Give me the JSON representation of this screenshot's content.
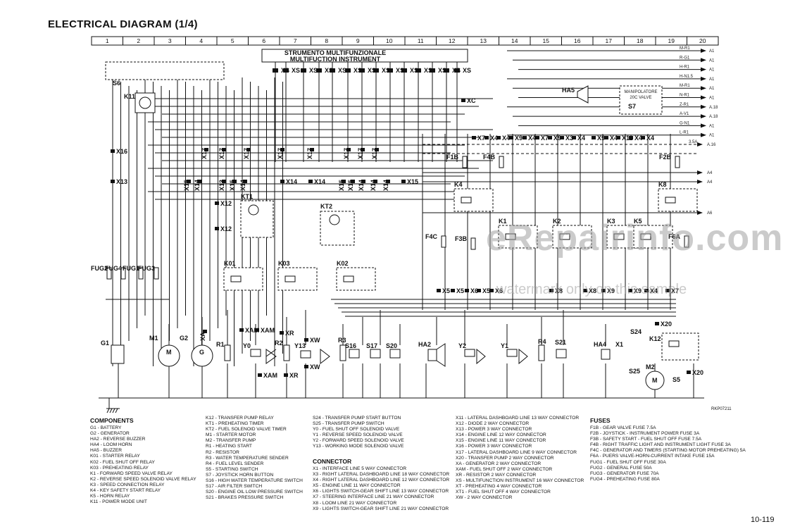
{
  "title": "ELECTRICAL DIAGRAM (1/4)",
  "page_number": "10-119",
  "ref_code": "RKP07211",
  "watermark": "eRepairinfo.com",
  "watermark_sub": "watermark only on this sample",
  "columns": [
    "1",
    "2",
    "3",
    "4",
    "5",
    "6",
    "7",
    "8",
    "9",
    "10",
    "11",
    "12",
    "13",
    "14",
    "15",
    "16",
    "17",
    "18",
    "19",
    "20"
  ],
  "instrument": {
    "line1": "STRUMENTO MULTIFUNZIONALE",
    "line2": "MULTIFUCTION INSTRUMENT"
  },
  "manipulator": {
    "line1": "MANIPOLATORE",
    "line2": "20C VALVE"
  },
  "right_wires": [
    "M-R1",
    "R-G1",
    "H-R1",
    "H-N1.5",
    "M-R1",
    "N-R1",
    "Z-R1",
    "A-V1",
    "G-N1",
    "L-R1",
    "3.5A",
    "",
    "",
    "",
    "",
    "",
    "",
    "",
    "",
    ""
  ],
  "right_refs": [
    "A1",
    "A1",
    "A1",
    "A1",
    "A1",
    "A1",
    "A.18",
    "A.18",
    "A1",
    "A1",
    "A.16",
    "A4",
    "A4",
    "A6",
    "",
    "",
    "",
    "",
    "",
    ""
  ],
  "dev_labels": {
    "S6": "S6",
    "K11": "K11",
    "X16": "X16",
    "X13": "X13",
    "X15": "X15",
    "X14": "X14",
    "X17": "X17",
    "X12": "X12",
    "KT1": "KT1",
    "KT2": "KT2",
    "K01": "K01",
    "K03": "K03",
    "K02": "K02",
    "FUG2": "FUG2",
    "FUG4": "FUG4",
    "FUG1": "FUG1",
    "FUG3": "FUG3",
    "XC": "XC",
    "HA5": "HA5",
    "S7": "S7",
    "F1B": "F1B",
    "F4B": "F4B",
    "F2B": "F2B",
    "F4C": "F4C",
    "F3B": "F3B",
    "F6A": "F6A",
    "K4": "K4",
    "K1": "K1",
    "K2": "K2",
    "K3": "K3",
    "K5": "K5",
    "K8": "K8",
    "X7": "X7",
    "X4": "X4",
    "X9": "X9",
    "X3": "X3",
    "X5": "X5",
    "X6": "X6",
    "X8": "X8",
    "X11": "X11",
    "G1": "G1",
    "M1": "M1",
    "G2": "G2",
    "XAM": "XAM",
    "XA": "XA",
    "R1": "R1",
    "Y0": "Y0",
    "R2": "R2",
    "XR": "XR",
    "Y13": "Y13",
    "XW": "XW",
    "R3": "R3",
    "S16": "S16",
    "S17": "S17",
    "S20": "S20",
    "HA2": "HA2",
    "Y2": "Y2",
    "Y1": "Y1",
    "R4": "R4",
    "S21": "S21",
    "HA4": "HA4",
    "X1": "X1",
    "S24": "S24",
    "X20": "X20",
    "K12": "K12",
    "S25": "S25",
    "M2": "M2",
    "S5": "S5",
    "XS": "XS"
  },
  "components": {
    "header": "COMPONENTS",
    "col1": [
      "G1 - BATTERY",
      "G2 - GENERATOR",
      "HA2 - REVERSE BUZZER",
      "HA4 - LOOM HORN",
      "HA5 - BUZZER",
      "K01 - STARTER RELAY",
      "K02 - FUEL SHUT OFF RELAY",
      "K03 - PREHEATING RELAY",
      "K1 - FORWARD SPEED VALVE RELAY",
      "K2 - REVERSE SPEED SOLENOID VALVE RELAY",
      "K3 - SPEED CONNECTION RELAY",
      "K4 - KEY SAFETY START RELAY",
      "K5 - HORN RELAY",
      "K11 - POWER MODE UNIT"
    ],
    "col2": [
      "K12 - TRANSFER PUMP RELAY",
      "KT1 - PREHEATING TIMER",
      "KT2 - FUEL SOLENOID VALVE TIMER",
      "M1 - STARTER MOTOR",
      "M2 - TRANSFER PUMP",
      "R1 - HEATING START",
      "R2 - RESISTOR",
      "R3 - WATER TEMPERATURE SENDER",
      "R4 - FUEL LEVEL SENDER",
      "S5 - STARTING SWITCH",
      "S7 - JOYSTICK HORN BUTTON",
      "S16 - HIGH WATER TEMPERATURE SWITCH",
      "S17 - AIR FILTER SWITCH",
      "S20 - ENGINE OIL LOW PRESSURE SWITCH",
      "S21 - BRAKES PRESSURE SWITCH"
    ],
    "col3": [
      "S24 - TRANSFER PUMP START BUTTON",
      "S25 - TRANSFER PUMP SWITCH",
      "Y0 - FUEL SHUT OFF SOLENOID VALVE",
      "Y1 - REVERSE SPEED SOLENOID VALVE",
      "Y2 - FORWARD SPEED SOLENOID VALVE",
      "Y13 - WORKING MODE SOLENOID VALVE"
    ]
  },
  "connectors": {
    "header": "CONNECTOR",
    "col1": [
      "X1 - INTERFACE LINE 5 WAY CONNECTOR",
      "X3 - RIGHT LATERAL DASHBOARD LINE 18 WAY CONNECTOR",
      "X4 - RIGHT LATERAL DASHBOARD LINE 12 WAY CONNECTOR",
      "X5 - ENGINE LINE 11 WAY CONNECTOR",
      "X6 - LIGHTS SWITCH-GEAR SHIFT LINE 13 WAY CONNECTOR",
      "X7 - STEERING INTERFACE LINE 21 WAY CONNECTOR",
      "X8 - LOOM LINE 21 WAY CONNECTOR",
      "X9 - LIGHTS SWITCH-GEAR SHIFT LINE 21 WAY CONNECTOR"
    ],
    "col2": [
      "X11 - LATERAL DASHBOARD LINE 13 WAY CONNECTOR",
      "X12 - DIODE 2 WAY CONNECTOR",
      "X13 - POWER 3 WAY CONNECTOR",
      "X14 - ENGINE LINE 12 WAY CONNECTOR",
      "X15 - ENGINE LINE 11 WAY CONNECTOR",
      "X16 - POWER 3 WAY CONNECTOR",
      "X17 - LATERAL DASHBOARD LINE 9 WAY CONNECTOR",
      "X20 - TRANSFER PUMP 2 WAY CONNECTOR",
      "XA - GENERATOR 2 WAY CONNECTOR",
      "XAM - FUEL SHUT OFF 2 WAY CONNECTOR",
      "XR - RESISTOR 2 WAY CONNECTOR",
      "XS - MULTIFUNCTION INSTRUMENT 16 WAY CONNECTOR",
      "XT - PREHEATING 4 WAY CONNECTOR",
      "XT1 - FUEL SHUT OFF 4 WAY CONNECTOR",
      "XW - 2 WAY CONNECTOR"
    ]
  },
  "fuses": {
    "header": "FUSES",
    "items": [
      "F1B - GEAR VALVE FUSE 7.5A",
      "F2B - JOYSTICK - INSTRUMENT POWER FUSE 3A",
      "F3B - SAFETY START - FUEL SHUT OFF FUSE 7.5A",
      "F4B - RIGHT TRAFFIC LIGHT AND INSTRUMENT LIGHT FUSE 3A",
      "F4C - GENERATOR AND TIMERS (STARTING MOTOR PREHEATING) 5A",
      "F6A - PUERS VALVE-HORN-CURRENT INTAKE FUSE 15A",
      "FUG1 - FUEL SHUT OFF FUSE 30A",
      "FUG2 - GENERAL FUSE 50A",
      "FUG3 - GENERATOR FUSE 70A",
      "FUG4 - PREHEATING FUSE 80A"
    ]
  }
}
